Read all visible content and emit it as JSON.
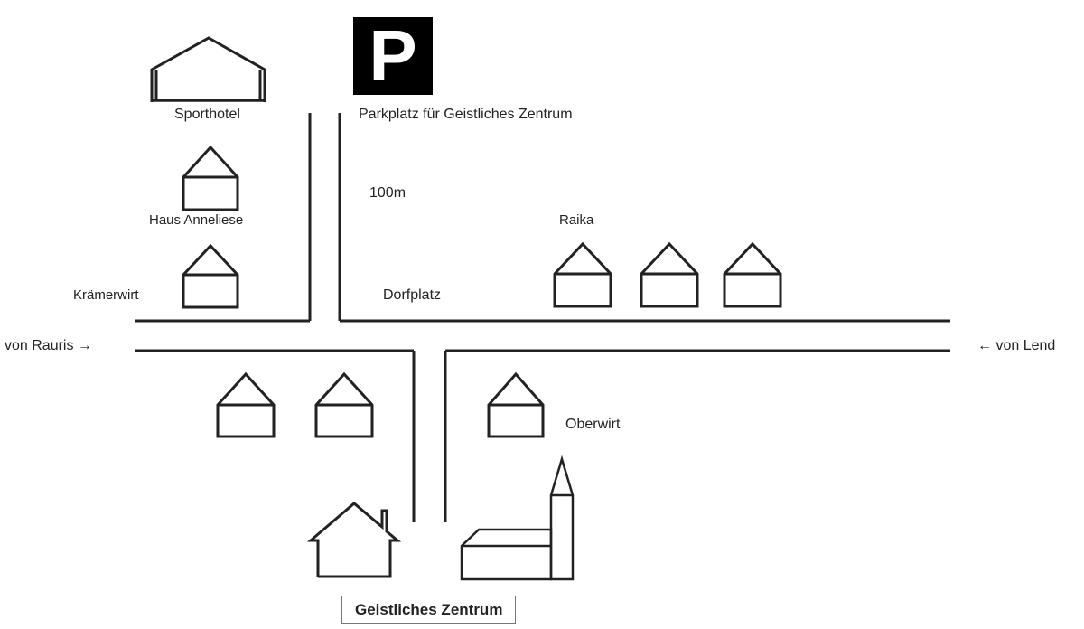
{
  "parking": {
    "sign_letter": "P",
    "label": "Parkplatz für Geistliches Zentrum",
    "distance": "100m"
  },
  "places": {
    "sporthotel": "Sporthotel",
    "haus_anneliese": "Haus Anneliese",
    "kraemerwirt": "Krämerwirt",
    "dorfplatz": "Dorfplatz",
    "raika": "Raika",
    "oberwirt": "Oberwirt",
    "geistliches_zentrum": "Geistliches Zentrum"
  },
  "directions": {
    "from_rauris": "von Rauris →",
    "from_lend": "← von Lend"
  },
  "colors": {
    "line": "#222222",
    "sign_bg": "#000000",
    "sign_fg": "#ffffff"
  },
  "icons": {
    "parking": "parking-sign-icon",
    "house": "house-icon",
    "church": "church-icon"
  }
}
